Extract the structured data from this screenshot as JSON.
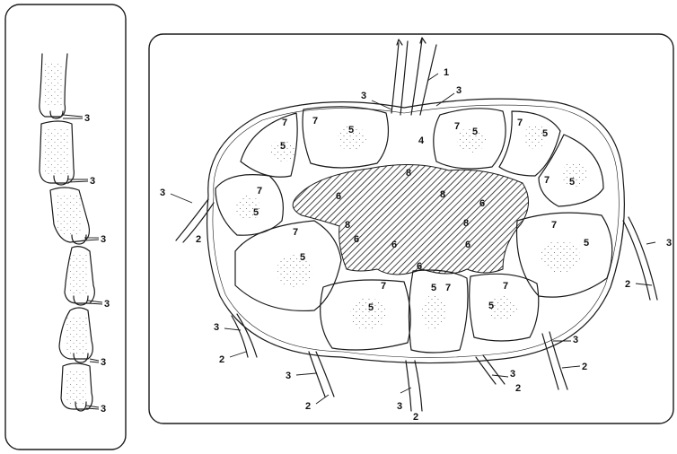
{
  "left_panel": {
    "labels": [
      "3",
      "3",
      "3",
      "3",
      "3",
      "3"
    ]
  },
  "right_panel": {
    "labels": {
      "l1": "1",
      "l3a": "3",
      "l3b": "3",
      "l4": "4",
      "l3c": "3",
      "l2a": "2",
      "l3d": "3",
      "l2b": "2",
      "l3e": "3",
      "l2c": "2",
      "l3f": "3",
      "l2d": "2",
      "l3g": "3",
      "l2e": "2",
      "l3h": "3",
      "l2f": "2",
      "l3i": "3",
      "l2g": "2",
      "c7a": "7",
      "c5a": "5",
      "c7b": "7",
      "c5b": "5",
      "c7c": "7",
      "c5c": "5",
      "c7d": "7",
      "c5d": "5",
      "c7e": "7",
      "c5e": "5",
      "c7f": "7",
      "c5f": "5",
      "c7g": "7",
      "c5g": "5",
      "c7h": "7",
      "c5h": "5",
      "c7i": "7",
      "c5i": "5",
      "c7j": "7",
      "c5j": "5",
      "c7k": "7",
      "c5k": "5",
      "c8a": "8",
      "c6a": "6",
      "c6b": "6",
      "c8b": "8",
      "c6c": "6",
      "c8c": "8",
      "c6d": "6",
      "c8d": "8",
      "c6e": "6",
      "c6f": "6"
    }
  }
}
